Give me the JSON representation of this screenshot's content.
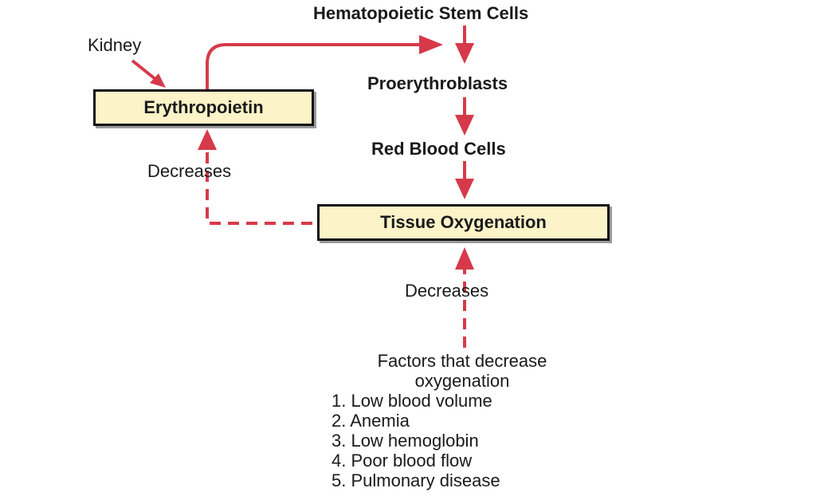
{
  "diagram": {
    "top_label": "Hematopoietic Stem Cells",
    "kidney_label": "Kidney",
    "epo_box": "Erythropoietin",
    "proerythroblasts": "Proerythroblasts",
    "rbc": "Red Blood Cells",
    "tissue_box": "Tissue Oxygenation",
    "decreases_left": "Decreases",
    "decreases_bottom": "Decreases",
    "factors": {
      "heading_line1": "Factors that decrease",
      "heading_line2": "oxygenation",
      "items": [
        "1. Low blood volume",
        "2. Anemia",
        "3. Low hemoglobin",
        "4. Poor blood flow",
        "5. Pulmonary disease"
      ]
    },
    "colors": {
      "arrow": "#d63a4a",
      "box_fill": "#fdf3c9",
      "box_border": "#111111"
    }
  }
}
